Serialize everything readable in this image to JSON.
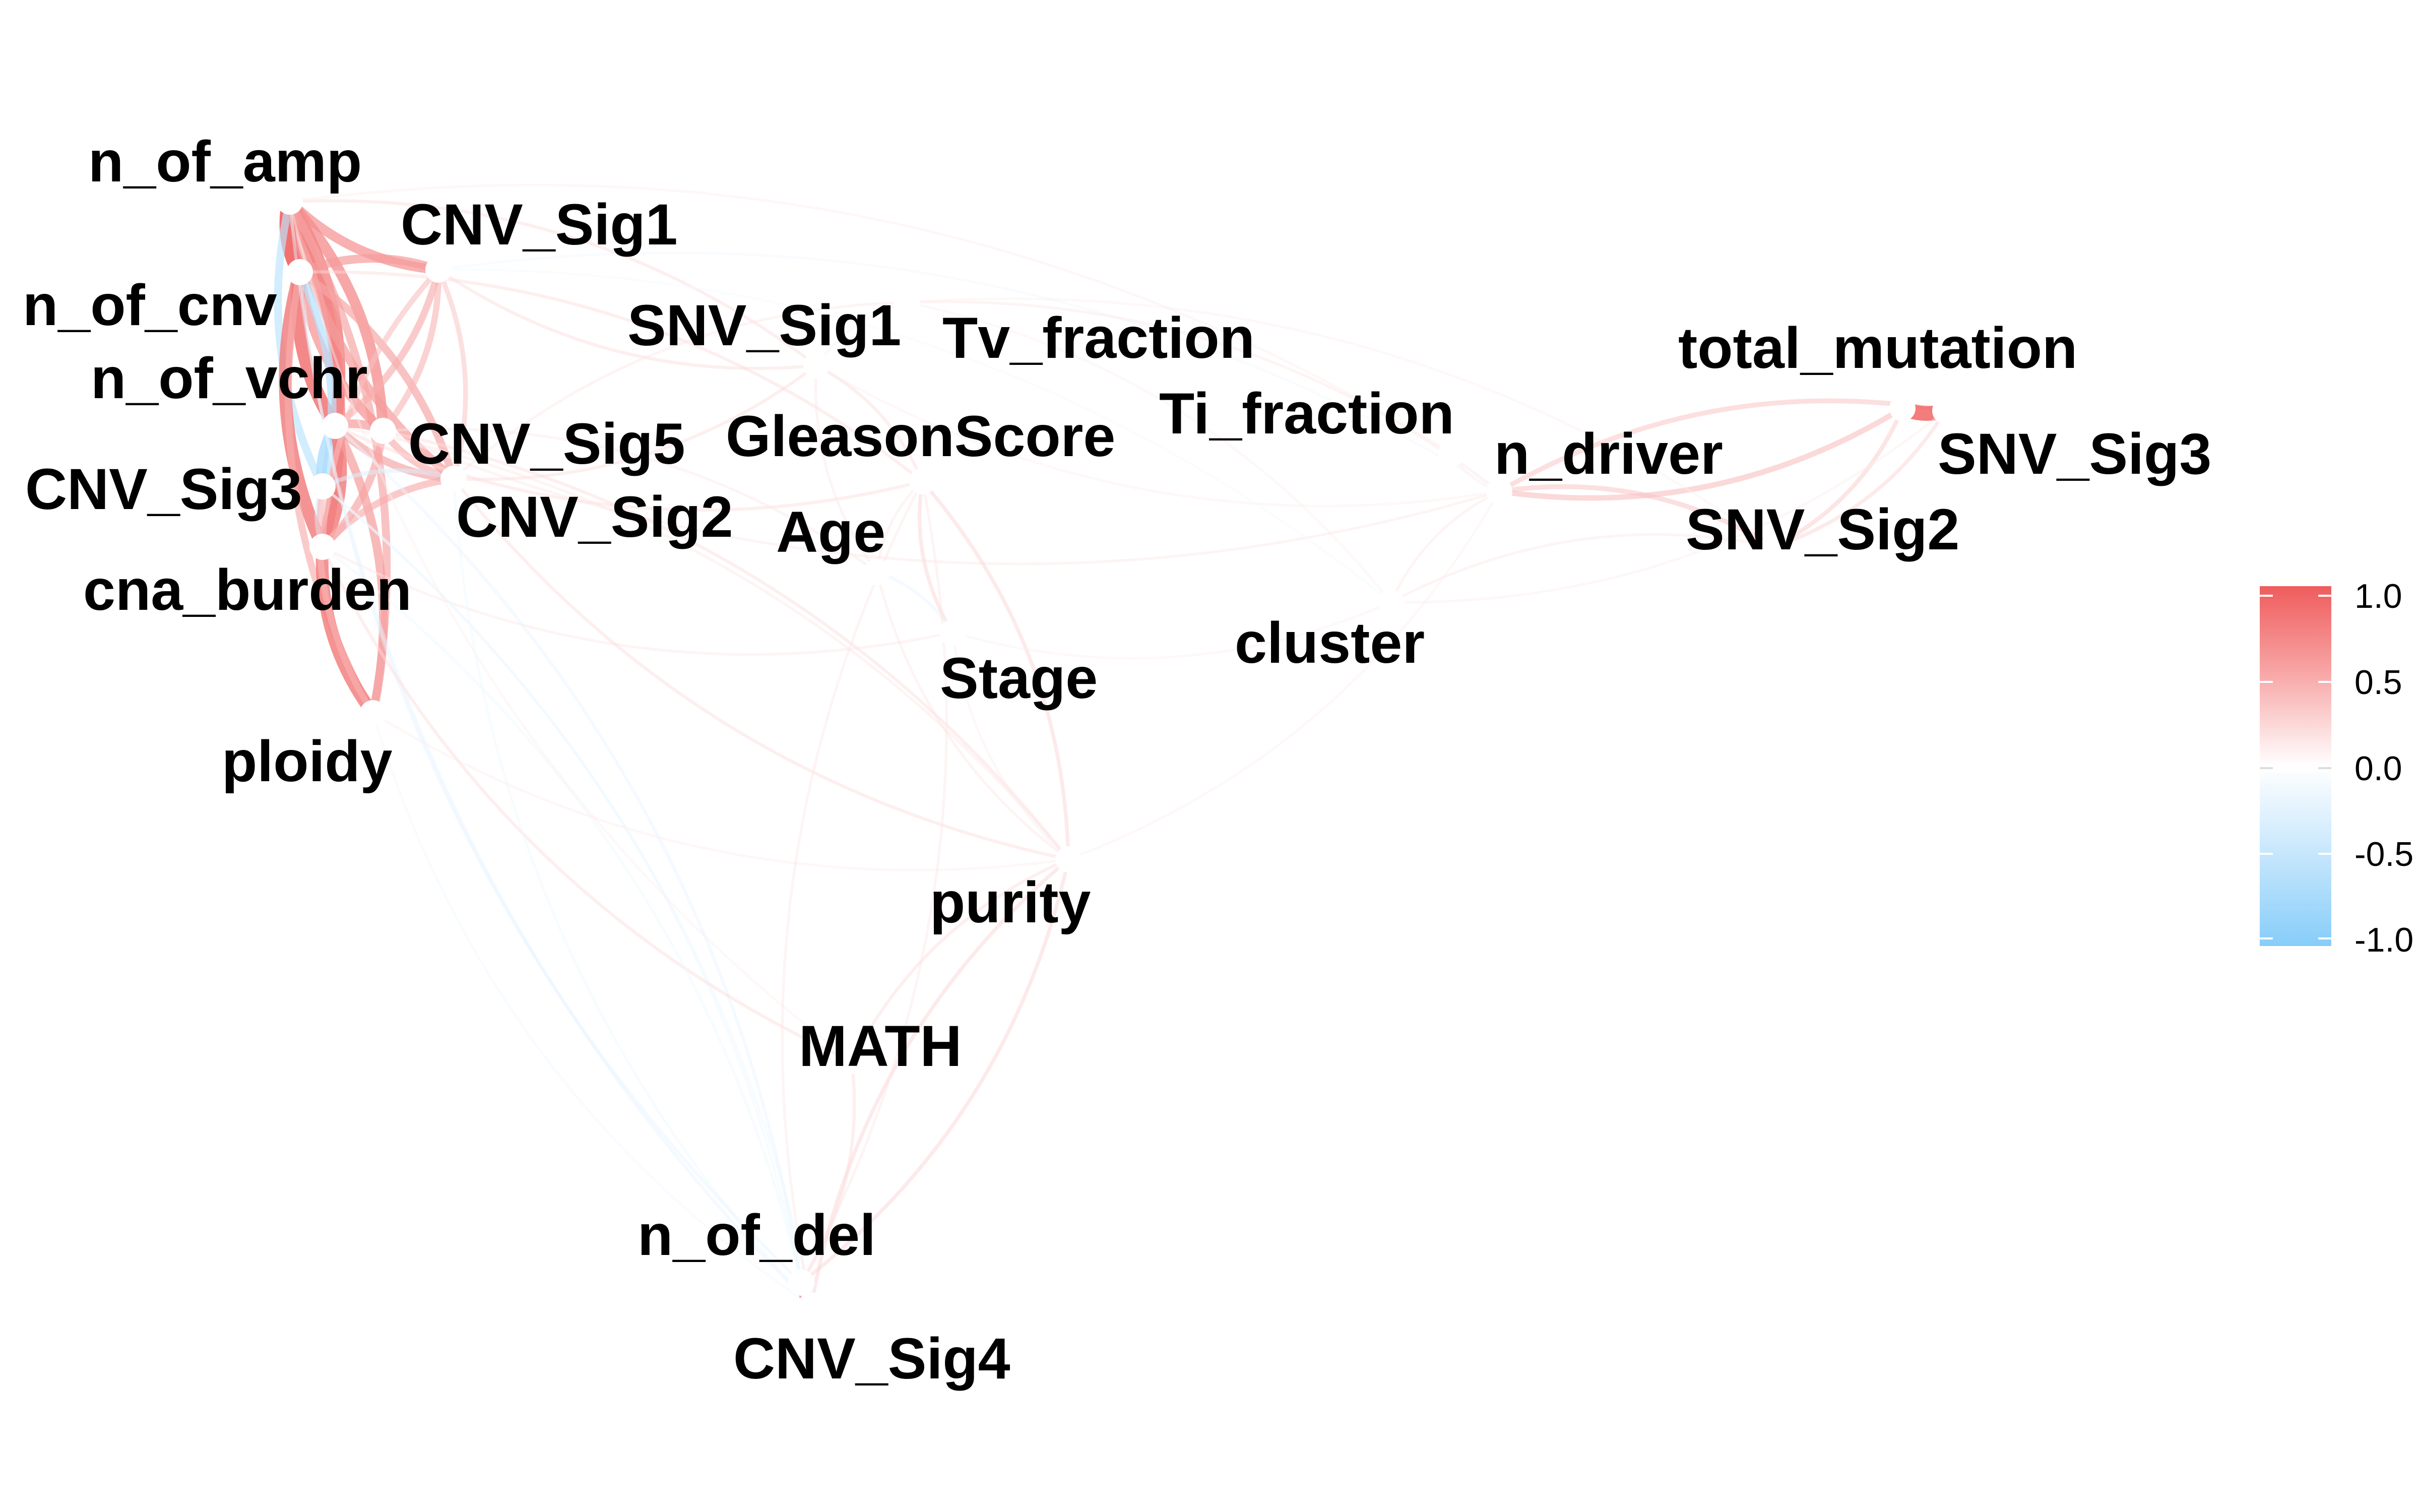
{
  "nodes": [
    {
      "id": "n_of_amp",
      "label": "n_of_amp"
    },
    {
      "id": "CNV_Sig1",
      "label": "CNV_Sig1"
    },
    {
      "id": "n_of_cnv",
      "label": "n_of_cnv"
    },
    {
      "id": "n_of_vchr",
      "label": "n_of_vchr"
    },
    {
      "id": "CNV_Sig5",
      "label": "CNV_Sig5"
    },
    {
      "id": "CNV_Sig3",
      "label": "CNV_Sig3"
    },
    {
      "id": "CNV_Sig2",
      "label": "CNV_Sig2"
    },
    {
      "id": "cna_burden",
      "label": "cna_burden"
    },
    {
      "id": "ploidy",
      "label": "ploidy"
    },
    {
      "id": "SNV_Sig1",
      "label": "SNV_Sig1"
    },
    {
      "id": "Tv_fraction",
      "label": "Tv_fraction"
    },
    {
      "id": "GleasonScore",
      "label": "GleasonScore"
    },
    {
      "id": "Age",
      "label": "Age"
    },
    {
      "id": "Ti_fraction",
      "label": "Ti_fraction"
    },
    {
      "id": "Stage",
      "label": "Stage"
    },
    {
      "id": "cluster",
      "label": "cluster"
    },
    {
      "id": "n_driver",
      "label": "n_driver"
    },
    {
      "id": "total_mutation",
      "label": "total_mutation"
    },
    {
      "id": "SNV_Sig3",
      "label": "SNV_Sig3"
    },
    {
      "id": "SNV_Sig2",
      "label": "SNV_Sig2"
    },
    {
      "id": "purity",
      "label": "purity"
    },
    {
      "id": "MATH",
      "label": "MATH"
    },
    {
      "id": "n_of_del",
      "label": "n_of_del"
    },
    {
      "id": "CNV_Sig4",
      "label": "CNV_Sig4"
    }
  ],
  "edges": [
    {
      "a": "n_of_amp",
      "b": "n_of_cnv",
      "r": 0.95
    },
    {
      "a": "n_of_amp",
      "b": "n_of_vchr",
      "r": 0.8
    },
    {
      "a": "n_of_amp",
      "b": "CNV_Sig1",
      "r": 0.65
    },
    {
      "a": "n_of_amp",
      "b": "CNV_Sig5",
      "r": 0.7
    },
    {
      "a": "n_of_amp",
      "b": "CNV_Sig3",
      "r": -0.55
    },
    {
      "a": "n_of_amp",
      "b": "cna_burden",
      "r": 0.75
    },
    {
      "a": "n_of_amp",
      "b": "CNV_Sig2",
      "r": 0.6
    },
    {
      "a": "n_of_amp",
      "b": "ploidy",
      "r": 0.55
    },
    {
      "a": "n_of_cnv",
      "b": "n_of_vchr",
      "r": 0.85
    },
    {
      "a": "n_of_cnv",
      "b": "CNV_Sig1",
      "r": 0.6
    },
    {
      "a": "n_of_cnv",
      "b": "CNV_Sig5",
      "r": 0.65
    },
    {
      "a": "n_of_cnv",
      "b": "CNV_Sig3",
      "r": -0.6
    },
    {
      "a": "n_of_cnv",
      "b": "cna_burden",
      "r": 0.8
    },
    {
      "a": "n_of_cnv",
      "b": "CNV_Sig2",
      "r": 0.55
    },
    {
      "a": "n_of_cnv",
      "b": "ploidy",
      "r": 0.5
    },
    {
      "a": "n_of_vchr",
      "b": "CNV_Sig5",
      "r": 0.6
    },
    {
      "a": "n_of_vchr",
      "b": "CNV_Sig3",
      "r": -0.7
    },
    {
      "a": "n_of_vchr",
      "b": "cna_burden",
      "r": 0.8
    },
    {
      "a": "n_of_vchr",
      "b": "CNV_Sig2",
      "r": 0.55
    },
    {
      "a": "n_of_vchr",
      "b": "ploidy",
      "r": 0.6
    },
    {
      "a": "n_of_vchr",
      "b": "CNV_Sig1",
      "r": 0.5
    },
    {
      "a": "CNV_Sig1",
      "b": "CNV_Sig5",
      "r": 0.45
    },
    {
      "a": "CNV_Sig1",
      "b": "cna_burden",
      "r": 0.4
    },
    {
      "a": "CNV_Sig1",
      "b": "CNV_Sig2",
      "r": 0.35
    },
    {
      "a": "CNV_Sig5",
      "b": "CNV_Sig2",
      "r": 0.5
    },
    {
      "a": "CNV_Sig5",
      "b": "cna_burden",
      "r": 0.55
    },
    {
      "a": "CNV_Sig3",
      "b": "cna_burden",
      "r": -0.35
    },
    {
      "a": "CNV_Sig3",
      "b": "CNV_Sig2",
      "r": -0.3
    },
    {
      "a": "cna_burden",
      "b": "ploidy",
      "r": 0.8
    },
    {
      "a": "cna_burden",
      "b": "CNV_Sig2",
      "r": 0.5
    },
    {
      "a": "CNV_Sig3",
      "b": "ploidy",
      "r": 0.45
    },
    {
      "a": "n_of_amp",
      "b": "SNV_Sig1",
      "r": 0.2
    },
    {
      "a": "CNV_Sig1",
      "b": "SNV_Sig1",
      "r": 0.2
    },
    {
      "a": "n_of_cnv",
      "b": "GleasonScore",
      "r": 0.2
    },
    {
      "a": "n_of_vchr",
      "b": "GleasonScore",
      "r": 0.2
    },
    {
      "a": "CNV_Sig5",
      "b": "Age",
      "r": 0.15
    },
    {
      "a": "cna_burden",
      "b": "Stage",
      "r": 0.15
    },
    {
      "a": "CNV_Sig1",
      "b": "n_driver",
      "r": -0.12
    },
    {
      "a": "CNV_Sig5",
      "b": "n_driver",
      "r": 0.15
    },
    {
      "a": "n_of_amp",
      "b": "Ti_fraction",
      "r": 0.12
    },
    {
      "a": "CNV_Sig2",
      "b": "SNV_Sig1",
      "r": 0.2
    },
    {
      "a": "CNV_Sig2",
      "b": "Tv_fraction",
      "r": 0.15
    },
    {
      "a": "n_of_cnv",
      "b": "n_of_del",
      "r": -0.2
    },
    {
      "a": "n_of_vchr",
      "b": "n_of_del",
      "r": -0.2
    },
    {
      "a": "n_of_amp",
      "b": "CNV_Sig4",
      "r": -0.2
    },
    {
      "a": "CNV_Sig3",
      "b": "CNV_Sig4",
      "r": -0.15
    },
    {
      "a": "ploidy",
      "b": "CNV_Sig4",
      "r": -0.12
    },
    {
      "a": "CNV_Sig3",
      "b": "n_of_del",
      "r": -0.15
    },
    {
      "a": "cna_burden",
      "b": "MATH",
      "r": 0.2
    },
    {
      "a": "CNV_Sig5",
      "b": "purity",
      "r": 0.2
    },
    {
      "a": "CNV_Sig2",
      "b": "purity",
      "r": 0.2
    },
    {
      "a": "n_of_vchr",
      "b": "purity",
      "r": 0.15
    },
    {
      "a": "ploidy",
      "b": "purity",
      "r": 0.12
    },
    {
      "a": "CNV_Sig1",
      "b": "cluster",
      "r": -0.1
    },
    {
      "a": "n_of_amp",
      "b": "MATH",
      "r": 0.1
    },
    {
      "a": "SNV_Sig1",
      "b": "GleasonScore",
      "r": 0.2
    },
    {
      "a": "SNV_Sig1",
      "b": "Age",
      "r": 0.15
    },
    {
      "a": "SNV_Sig1",
      "b": "Tv_fraction",
      "r": 0.1
    },
    {
      "a": "GleasonScore",
      "b": "Stage",
      "r": 0.25
    },
    {
      "a": "GleasonScore",
      "b": "purity",
      "r": 0.25
    },
    {
      "a": "GleasonScore",
      "b": "Age",
      "r": 0.15
    },
    {
      "a": "Age",
      "b": "Stage",
      "r": -0.2
    },
    {
      "a": "Age",
      "b": "purity",
      "r": 0.15
    },
    {
      "a": "Tv_fraction",
      "b": "n_driver",
      "r": 0.15
    },
    {
      "a": "Ti_fraction",
      "b": "n_driver",
      "r": 0.12
    },
    {
      "a": "Tv_fraction",
      "b": "cluster",
      "r": 0.1
    },
    {
      "a": "n_driver",
      "b": "cluster",
      "r": 0.15
    },
    {
      "a": "n_driver",
      "b": "SNV_Sig2",
      "r": 0.35
    },
    {
      "a": "n_driver",
      "b": "total_mutation",
      "r": 0.4
    },
    {
      "a": "n_driver",
      "b": "SNV_Sig3",
      "r": 0.35
    },
    {
      "a": "total_mutation",
      "b": "SNV_Sig3",
      "r": 0.9
    },
    {
      "a": "total_mutation",
      "b": "SNV_Sig2",
      "r": 0.3
    },
    {
      "a": "SNV_Sig2",
      "b": "SNV_Sig3",
      "r": 0.25
    },
    {
      "a": "cluster",
      "b": "SNV_Sig2",
      "r": 0.15
    },
    {
      "a": "cluster",
      "b": "SNV_Sig3",
      "r": 0.12
    },
    {
      "a": "cluster",
      "b": "Stage",
      "r": 0.1
    },
    {
      "a": "Stage",
      "b": "purity",
      "r": 0.12
    },
    {
      "a": "n_driver",
      "b": "purity",
      "r": 0.1
    },
    {
      "a": "purity",
      "b": "MATH",
      "r": 0.2
    },
    {
      "a": "purity",
      "b": "n_of_del",
      "r": 0.25
    },
    {
      "a": "purity",
      "b": "CNV_Sig4",
      "r": 0.25
    },
    {
      "a": "MATH",
      "b": "n_of_del",
      "r": 0.2
    },
    {
      "a": "n_of_del",
      "b": "CNV_Sig4",
      "r": 0.7
    },
    {
      "a": "GleasonScore",
      "b": "n_of_del",
      "r": 0.15
    },
    {
      "a": "GleasonScore",
      "b": "CNV_Sig4",
      "r": 0.15
    },
    {
      "a": "cna_burden",
      "b": "n_of_del",
      "r": -0.15
    },
    {
      "a": "CNV_Sig2",
      "b": "CNV_Sig4",
      "r": -0.15
    },
    {
      "a": "Tv_fraction",
      "b": "SNV_Sig2",
      "r": 0.1
    },
    {
      "a": "SNV_Sig1",
      "b": "n_driver",
      "r": 0.1
    }
  ],
  "legend": {
    "ticks": [
      "1.0",
      "0.5",
      "0.0",
      "-0.5",
      "-1.0"
    ],
    "positive_color": "#ef5c5c",
    "zero_color": "#ffffff",
    "negative_color": "#87cdfa"
  }
}
